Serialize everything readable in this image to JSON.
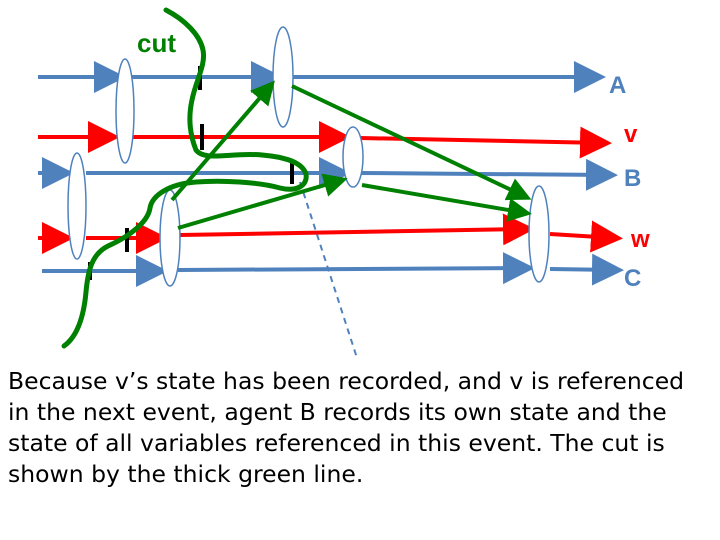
{
  "diagram": {
    "cut_label": "cut",
    "channels": [
      {
        "id": "A",
        "label": "A",
        "kind": "agent"
      },
      {
        "id": "v",
        "label": "v",
        "kind": "variable"
      },
      {
        "id": "B",
        "label": "B",
        "kind": "agent"
      },
      {
        "id": "w",
        "label": "w",
        "kind": "variable"
      },
      {
        "id": "C",
        "label": "C",
        "kind": "agent"
      }
    ]
  },
  "caption": "Because v’s state has been recorded,  and v is referenced in the next event, agent B records its own state and the state of all variables referenced in this event.  The cut is shown by the thick green line.",
  "colors": {
    "agent_line": "#4F81BD",
    "variable_line": "#FF0000",
    "cut_line": "#008000",
    "event_ellipse_fill": "#FFFFFF",
    "event_ellipse_stroke": "#4F81BD",
    "agent_label": "#4F81BD",
    "variable_label": "#FF0000",
    "dashed_pointer": "#4F81BD",
    "record_mark": "#000000"
  }
}
